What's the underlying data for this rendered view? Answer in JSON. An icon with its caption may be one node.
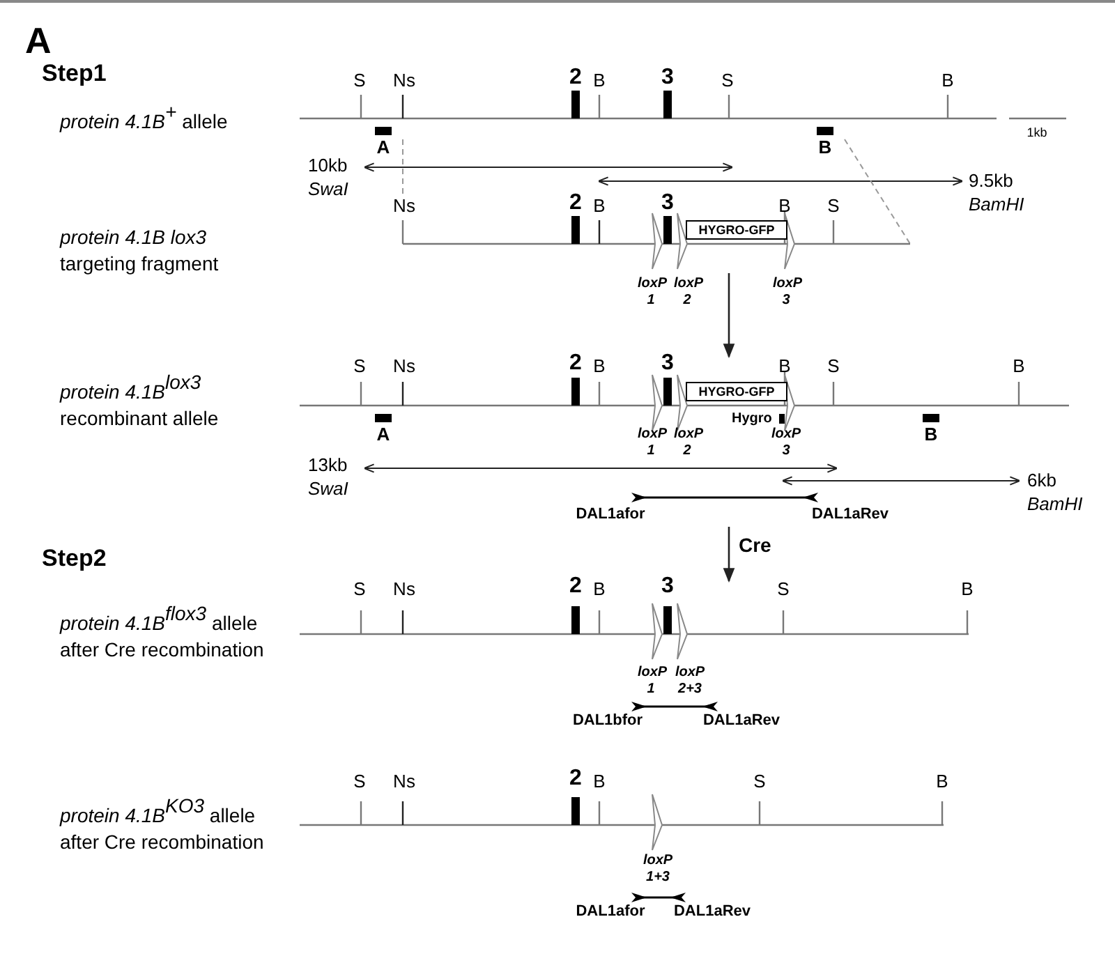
{
  "diagram": {
    "nodes": [
      {
        "text": [
          "*protein 4.1B*$^{+}$ allele"
        ]
      },
      {
        "text": [
          "*protein 4.1B lox3* targeting fragment"
        ]
      },
      {
        "text": [
          "HYGRO-GFP"
        ],
        "in": 1
      },
      {
        "text": [
          "*protein 4.1B*$^{lox3}$ recombinant allele"
        ]
      },
      {
        "text": [
          "HYGRO-GFP"
        ],
        "in": 3
      },
      {
        "text": [
          "*protein 4.1B*$^{flox3}$ allele after Cre recombination"
        ]
      },
      {
        "text": [
          "*protein 4.1B*$^{KO3}$ allele after Cre recombination"
        ]
      }
    ],
    "edges": [
      {
        "from": 0,
        "to": 1,
        "arrow": "none",
        "style": "dashed"
      },
      {
        "from": 0,
        "to": 1,
        "arrow": "none",
        "style": "dashed"
      },
      {
        "from": 1,
        "to": 3,
        "arrow": "to",
        "color": "#222222"
      },
      {
        "from": null,
        "to": 5,
        "arrow": "to",
        "label": "Cre",
        "color": "#222222"
      }
    ],
    "labels": [
      "A",
      "Step1",
      "S",
      "Ns",
      "2",
      "B",
      "3",
      "S",
      "B",
      "A",
      "B",
      "1kb",
      "10kb",
      "SwaI",
      "9.5kb",
      "Ns",
      "2",
      "B",
      "3",
      "B",
      "S",
      "BamHI",
      "loxP",
      "1",
      "loxP",
      "2",
      "loxP",
      "3",
      "S",
      "Ns",
      "2",
      "B",
      "3",
      "B",
      "S",
      "B",
      "Hygro",
      "A",
      "loxP",
      "loxP",
      "loxP",
      "B",
      "1",
      "2",
      "3",
      "13kb",
      "SwaI",
      "6kb",
      "BamHI",
      "DAL1afor",
      "DAL1aRev",
      "Step2",
      "S",
      "Ns",
      "2",
      "B",
      "3",
      "S",
      "B",
      "loxP",
      "loxP",
      "1",
      "2+3",
      "DAL1bfor",
      "DAL1aRev",
      "S",
      "Ns",
      "2",
      "B",
      "S",
      "B",
      "loxP",
      "1+3",
      "DAL1afor",
      "DAL1aRev"
    ]
  }
}
